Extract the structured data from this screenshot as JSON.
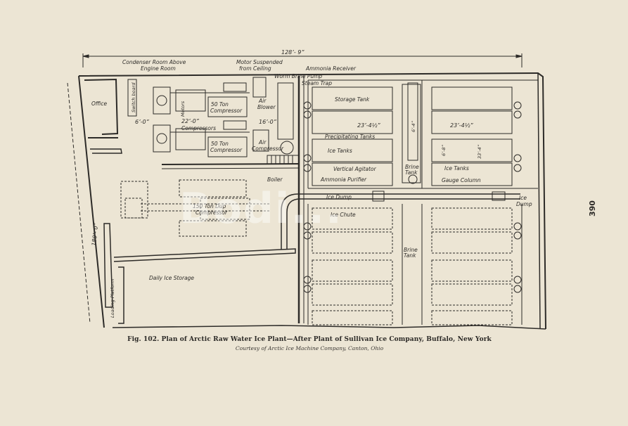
{
  "page_number": "390",
  "caption": {
    "title": "Fig. 102.  Plan of Arctic Raw Water Ice Plant—After Plant of Sullivan Ice Company, Buffalo, New York",
    "credit": "Courtesy of Arctic Ice Machine Company, Canton, Ohio"
  },
  "watermark": "Bodi...",
  "colors": {
    "paper": "#ece5d4",
    "ink": "#2d2b28"
  },
  "labels": {
    "condenser_room": "Condenser Room Above",
    "engine_room": "Engine Room",
    "motor_suspended": "Motor Suspended",
    "from_ceiling": "from Ceiling",
    "ammonia_receiver": "Ammonia Receiver",
    "worm_brine_pump": "Worm Brine Pump",
    "steam_trap": "Steam Trap",
    "office": "Office",
    "switch_board": "Switch board",
    "motors": "Motors",
    "compressor_1a": "50 Ton",
    "compressor_1b": "Compressor",
    "compressor_2a": "50 Ton",
    "compressor_2b": "Compressor",
    "compressors": "Compressors",
    "air_blower_a": "Air",
    "air_blower_b": "Blower",
    "air_compressor_a": "Air",
    "air_compressor_b": "Compressor",
    "storage_tank": "Storage Tank",
    "precipitating_tanks": "Precipitating Tanks",
    "ice_tanks_left": "Ice Tanks",
    "ice_tanks_right": "Ice Tanks",
    "vertical_agitator": "Vertical Agitator",
    "ammonia_purifier": "Ammonia Purifier",
    "brine_tank_a": "Brine",
    "brine_tank_b": "Tank",
    "gauge_column": "Gauge Column",
    "boiler": "Boiler",
    "ice_dump_a": "Ice",
    "ice_dump_b": "Dump",
    "ice_dump_main": "Ice Dump",
    "ice_chute": "Ice Chute",
    "future_compressor_a": "150 Ton Dup",
    "future_compressor_b": "Compressor",
    "brine_tank_lower_a": "Brine",
    "brine_tank_lower_b": "Tank",
    "daily_ice_storage": "Daily Ice Storage",
    "loading_platform": "Loading Platform"
  },
  "dimensions": {
    "overall_width": "128’- 9”",
    "overall_depth": "180’- 0”",
    "d_6_0": "6’-0”",
    "d_22_0": "22’-0”",
    "d_16_0": "16’-0”",
    "d_23_left": "23’-4½”",
    "d_23_right": "23’-4½”",
    "d_6_right": "6’-8”",
    "d_6_mid": "6’-4”",
    "d_33": "33’-4”"
  }
}
